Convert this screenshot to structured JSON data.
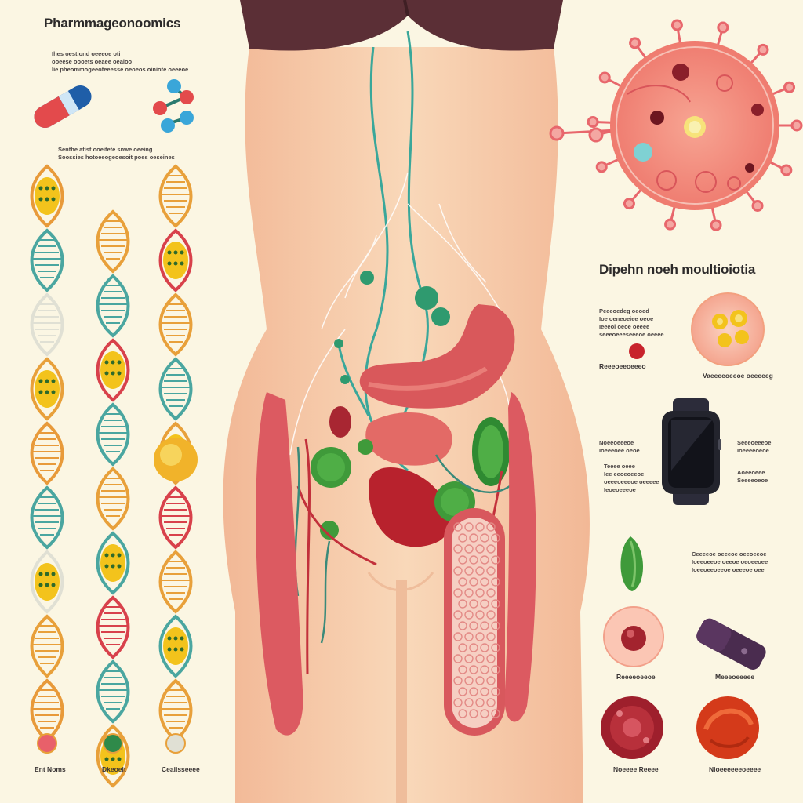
{
  "titles": {
    "left": "Pharmmageonoomics",
    "right": "Dipehn noeh moultioiotia"
  },
  "notes": {
    "top_left": "Ihes oestiond oeeeoe oti\nooeese oooets oeaee oeaioo\nIie pheommogeeoteeesse oeoeos oiniote oeeeoe",
    "mid_left": "Senthe atist ooeitete snwe oeeing\nSoossies hotoeeogeoesoit poes oeseines",
    "right_a": "Peeeoedeg oeoed\nIoe oeneoeiee oeoe\nIeeeol oeoe oeeee\nseeeoeeeseeeoe oeeee",
    "right_b": "Noeeoeeeoe\nIoeeeoee oeoe",
    "right_c": "Teeee oeee\nIee eeoeoeeoe\noeeeoeeeoe oeeeee\nIeoeoeeeoe",
    "right_d": "Seeeoeeeoe\nIoeeeeoeoe",
    "right_e": "Aoeeoeee\nSeeeeoeoe",
    "right_f": "Ceeeeoe oeeeoe oeeoeeoe\nIoeeoeeoe oeeoe oeoeeoee\nIoeeoeeoeeoe oeeeoe oee"
  },
  "captions": {
    "dna_1": "Ent Noms",
    "dna_2": "Dkeoeit",
    "dna_3": "Ceaiisseeee",
    "cell_sample": "Reeeoeeoeeeo",
    "bio_sample": "Vaeeeeoeeoe oeeeeeg",
    "seed": "Reeeeoeeoe",
    "capsule": "Meeeoeeeee",
    "red_cell": "Noeeee Reeee",
    "orange_cell": "Nioeeeeeeoeeee"
  },
  "icons": {
    "pill": "capsule-icon",
    "molecule": "molecule-icon",
    "dna": "dna-helix-icon",
    "virus": "virus-cell-icon",
    "stomach": "stomach-icon",
    "intestine": "intestine-icon",
    "watch": "smartwatch-icon"
  },
  "colors": {
    "background": "#fbf6e3",
    "skin": "#f7cfae",
    "organ_red": "#d85b5e",
    "teal": "#3aa79a",
    "green": "#3f9a3a"
  }
}
